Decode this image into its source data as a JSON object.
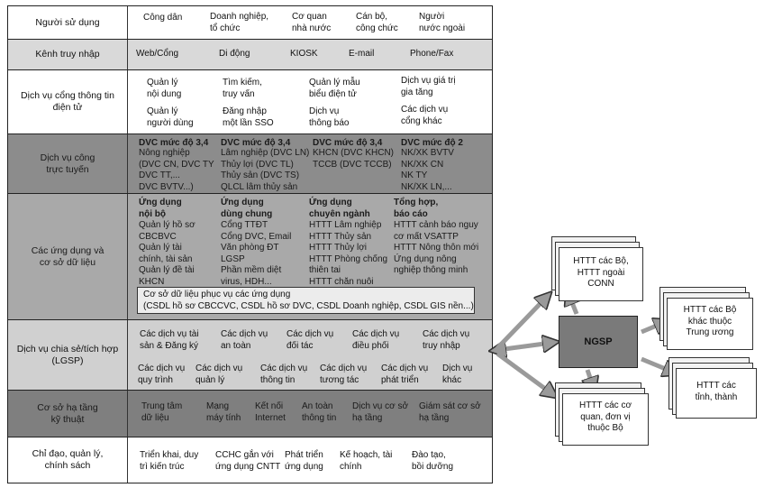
{
  "layers": [
    {
      "id": "users",
      "label": "Người sử dụng",
      "items": [
        "Công dân",
        "Doanh nghiệp,\ntổ chức",
        "Cơ quan\nnhà nước",
        "Cán bộ,\ncông chức",
        "Người\nnước ngoài"
      ]
    },
    {
      "id": "channels",
      "label": "Kênh truy nhập",
      "items": [
        "Web/Cổng",
        "Di động",
        "KIOSK",
        "E-mail",
        "Phone/Fax"
      ]
    },
    {
      "id": "portal",
      "label": "Dịch vụ cổng thông tin\nđiện tử",
      "items": [
        "Quản lý\nnội dung",
        "Tìm kiếm,\ntruy vấn",
        "Quản lý mẫu\nbiểu điện tử",
        "Dịch vụ giá trị\ngia tăng",
        "Quản lý\nngười dùng",
        "Đăng nhập\nmột lần SSO",
        "Dịch vụ\nthông báo",
        "Các dịch vụ\ncổng khác"
      ]
    },
    {
      "id": "online",
      "label": "Dịch vụ công\ntrực tuyến",
      "columns": [
        {
          "head": "DVC mức độ 3,4",
          "body": "Nông nghiệp\n(DVC CN, DVC TY\nDVC TT,...\nDVC BVTV...)"
        },
        {
          "head": "DVC mức độ 3,4",
          "body": "Lâm nghiệp (DVC LN)\nThủy lợi (DVC TL)\nThủy sản (DVC TS)\nQLCL lâm thủy sản"
        },
        {
          "head": "DVC mức độ 3,4",
          "body": "KHCN (DVC KHCN)\nTCCB (DVC TCCB)"
        },
        {
          "head": "DVC mức độ 2",
          "body": "NK/XK BVTV\nNK/XK CN\nNK TY\nNK/XK LN,..."
        }
      ]
    },
    {
      "id": "apps",
      "label": "Các ứng dụng và\ncơ sở dữ liệu",
      "columns": [
        {
          "head": "Ứng dụng\nnội bộ",
          "body": "Quản lý hồ sơ\nCBCBVC\nQuản lý tài\nchính, tài sản\nQuản lý đề tài\nKHCN"
        },
        {
          "head": "Ứng dụng\ndùng chung",
          "body": "Cổng TTĐT\nCổng DVC, Email\nVăn phòng ĐT\nLGSP\nPhần mềm diệt\nvirus, HDH..."
        },
        {
          "head": "Ứng dụng\nchuyên ngành",
          "body": "HTTT Lâm nghiệp\nHTTT Thủy sản\nHTTT Thủy lợi\nHTTT Phòng chống\nthiên tai\nHTTT chăn nuôi"
        },
        {
          "head": "Tổng hợp,\nbáo cáo",
          "body": "HTTT cảnh báo nguy\ncơ mất VSATTP\nHTTT Nông thôn mới\nỨng dụng nông\nnghiệp thông minh"
        }
      ],
      "database": "Cơ sở dữ liệu phục vụ các ứng dụng\n(CSDL hồ sơ CBCCVC, CSDL hồ sơ DVC, CSDL Doanh nghiệp, CSDL GIS nền...)"
    },
    {
      "id": "lgsp",
      "label": "Dịch vụ chia sẻ/tích hợp\n(LGSP)",
      "items": [
        "Các dịch vụ tài\nsản & Đăng ký",
        "Các dịch vụ\nan toàn",
        "Các dịch vụ\nđối tác",
        "Các dịch vụ\nđiều phối",
        "Các dịch vụ\ntruy nhập",
        "Các dịch vụ\nquy trình",
        "Các dịch vụ\nquản lý",
        "Các dịch vụ\nthông tin",
        "Các dịch vụ\ntương tác",
        "Các dịch vụ\nphát triển",
        "Dịch vụ\nkhác"
      ]
    },
    {
      "id": "infra",
      "label": "Cơ sở hạ tầng\nkỹ thuật",
      "items": [
        "Trung tâm\ndữ liệu",
        "Mạng\nmáy tính",
        "Kết nối\nInternet",
        "An toàn\nthông tin",
        "Dịch vụ cơ sở\nhạ tầng",
        "Giám sát cơ sở\nhạ tầng"
      ]
    },
    {
      "id": "policy",
      "label": "Chỉ đạo, quản lý,\nchính sách",
      "items": [
        "Triển khai, duy\ntrì kiến trúc",
        "CCHC gắn với\nứng dụng CNTT",
        "Phát triển\nứng dụng",
        "Kế hoạch, tài\nchính",
        "Đào tạo,\nbồi dưỡng"
      ]
    }
  ],
  "network": {
    "center": "NGSP",
    "nodes": [
      {
        "id": "ministries",
        "label": "HTTT các Bộ,\nHTTT ngoài\nCONN"
      },
      {
        "id": "central",
        "label": "HTTT các Bộ\nkhác thuộc\nTrung ương"
      },
      {
        "id": "provinces",
        "label": "HTTT các\ntỉnh, thành"
      },
      {
        "id": "agencies",
        "label": "HTTT các cơ\nquan, đơn vị\nthuộc Bộ"
      }
    ]
  },
  "colors": {
    "band_light": "#d9d9d9",
    "band_dark": "#8c8c8c",
    "band_mid": "#a9a9a9",
    "ngsp": "#7a7a7a",
    "arrow": "#9a9a9a"
  }
}
